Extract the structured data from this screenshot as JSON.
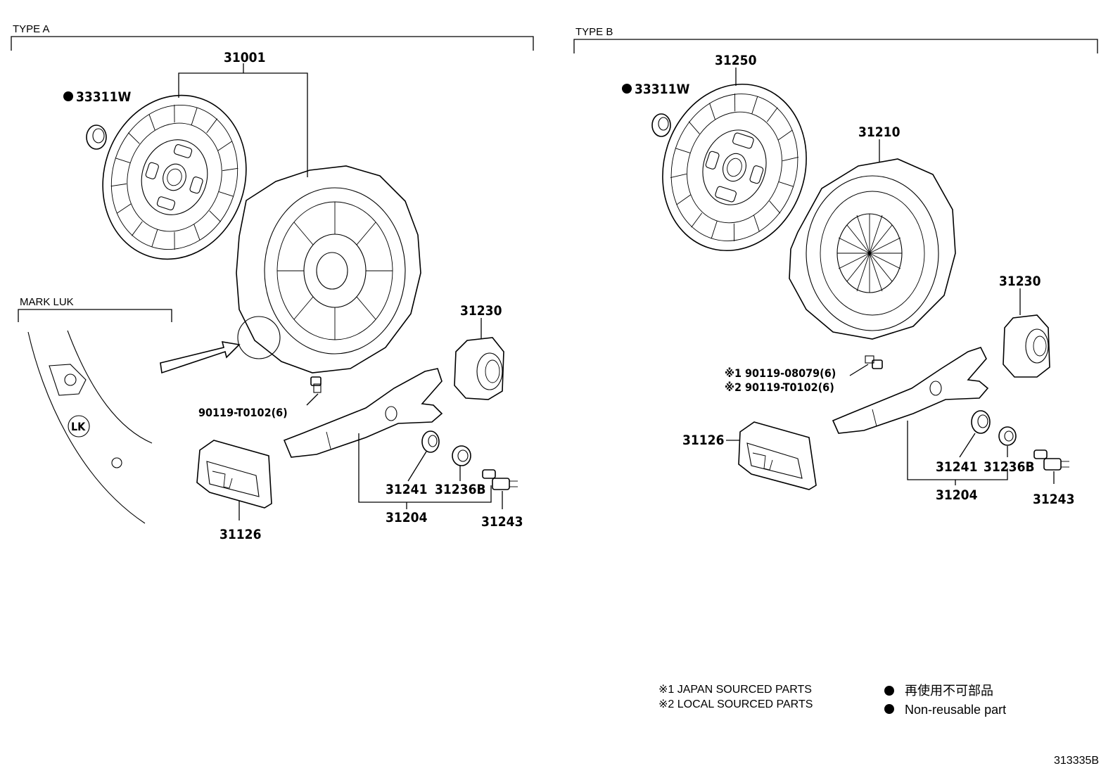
{
  "type_a": {
    "label": "TYPE A",
    "mark_luk_label": "MARK LUK",
    "parts": {
      "cover_assy": "31001",
      "pilot_bearing": "33311W",
      "bolt": "90119-T0102(6)",
      "release_bearing": "31230",
      "boot": "31126",
      "fork_sub_assy": "31204",
      "fork_seal": "31241",
      "fork_clip": "31236B",
      "pivot_bolt": "31243"
    }
  },
  "type_b": {
    "label": "TYPE B",
    "parts": {
      "disc": "31250",
      "pilot_bearing": "33311W",
      "cover": "31210",
      "release_bearing": "31230",
      "bolt_japan": "※1 90119-08079(6)",
      "bolt_local": "※2 90119-T0102(6)",
      "boot": "31126",
      "fork_seal": "31241",
      "fork_clip": "31236B",
      "fork_sub_assy": "31204",
      "pivot_bolt": "31243"
    }
  },
  "notes": {
    "japan": "※1 JAPAN SOURCED PARTS",
    "local": "※2 LOCAL SOURCED PARTS"
  },
  "legend": {
    "japanese": "再使用不可部品",
    "english": "Non-reusable part"
  },
  "diagram_ref": "313335B",
  "colors": {
    "ink": "#000000",
    "paper": "#ffffff"
  }
}
